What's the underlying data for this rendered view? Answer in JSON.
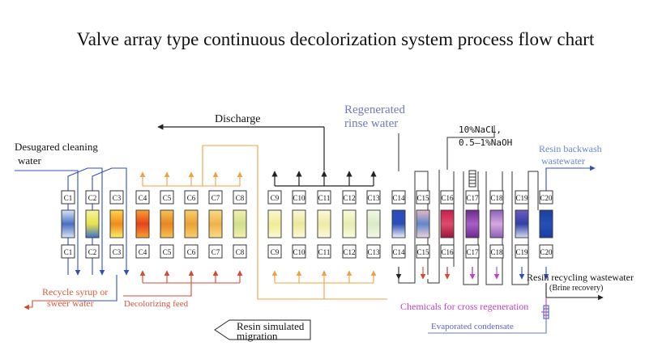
{
  "title": "Valve array type continuous decolorization system process flow chart",
  "labels": {
    "discharge": "Discharge",
    "desugared_1": "Desugared cleaning",
    "desugared_2": "water",
    "regen_1": "Regenerated",
    "regen_2": "rinse water",
    "nacl": "10%NaCL,",
    "naoh": "0.5—1%NaOH",
    "backwash_1": "Resin backwash",
    "backwash_2": "wastewater",
    "recycle_1": "Recycle syrup or",
    "recycle_2": "sweer water",
    "feed": "Decolorizing feed",
    "migration_1": "Resin simulated",
    "migration_2": "migration",
    "wastewater": "Resin recycling wastewater",
    "brine": "(Brine recovery)",
    "chemicals": "Chemicals for cross regeneration",
    "condensate": "Evaporated condensate"
  },
  "columns": [
    {
      "id": "C1",
      "top": "#d8e6f6",
      "mid": "#4a6fc0",
      "bot": "#d8e6f6"
    },
    {
      "id": "C2",
      "top": "#f7f3a0",
      "mid": "#e7e34a",
      "bot": "#3c6fd0"
    },
    {
      "id": "C3",
      "top": "#ffd64a",
      "mid": "#f08a1c",
      "bot": "#f6ee6a"
    },
    {
      "id": "C4",
      "top": "#f7a02c",
      "mid": "#e5431e",
      "bot": "#f7a02c"
    },
    {
      "id": "C5",
      "top": "#f3c45a",
      "mid": "#e8841e",
      "bot": "#f3c45a"
    },
    {
      "id": "C6",
      "top": "#f7d070",
      "mid": "#eda035",
      "bot": "#f7d070"
    },
    {
      "id": "C7",
      "top": "#f8dc88",
      "mid": "#efb24a",
      "bot": "#f8dc88"
    },
    {
      "id": "C8",
      "top": "#f3f0b0",
      "mid": "#cfe08a",
      "bot": "#f3f0b0"
    },
    {
      "id": "C9",
      "top": "#fbf9d4",
      "mid": "#efec94",
      "bot": "#fbf9d4"
    },
    {
      "id": "C10",
      "top": "#fbf9d8",
      "mid": "#ece89a",
      "bot": "#fbf9d8"
    },
    {
      "id": "C11",
      "top": "#fbfadc",
      "mid": "#eeeaa4",
      "bot": "#fbfadc"
    },
    {
      "id": "C12",
      "top": "#fafbdc",
      "mid": "#e8ecb0",
      "bot": "#fafbdc"
    },
    {
      "id": "C13",
      "top": "#f2f8e4",
      "mid": "#d8ebc8",
      "bot": "#f2f8e4"
    },
    {
      "id": "C14",
      "top": "#2a4fb8",
      "mid": "#2a4fb8",
      "bot": "#f0f2fa"
    },
    {
      "id": "C15",
      "top": "#e9b7c6",
      "mid": "#5e88cc",
      "bot": "#f2d0da"
    },
    {
      "id": "C16",
      "top": "#c6204a",
      "mid": "#e04a6c",
      "bot": "#9a1838"
    },
    {
      "id": "C17",
      "top": "#6a2c8c",
      "mid": "#a95ec8",
      "bot": "#6a2c8c"
    },
    {
      "id": "C18",
      "top": "#8a60b8",
      "mid": "#d8a8de",
      "bot": "#8a60b8"
    },
    {
      "id": "C19",
      "top": "#6c5cbc",
      "mid": "#3040a8",
      "bot": "#d8dcf2"
    },
    {
      "id": "C20",
      "top": "#1c3ea0",
      "mid": "#2550b8",
      "bot": "#1c3ea0"
    }
  ],
  "colors": {
    "blue_line": "#2f4fc0",
    "orange_line": "#f0a040",
    "red_line": "#d84830",
    "dark_line": "#222222",
    "regen_text": "#7078c0",
    "backwash_text": "#6688cc",
    "recycle_text": "#e05a3a",
    "feed_text": "#d85040",
    "chemicals_text": "#c040c8",
    "condensate_line": "#6878c8",
    "condensate_text": "#5a66c0"
  }
}
